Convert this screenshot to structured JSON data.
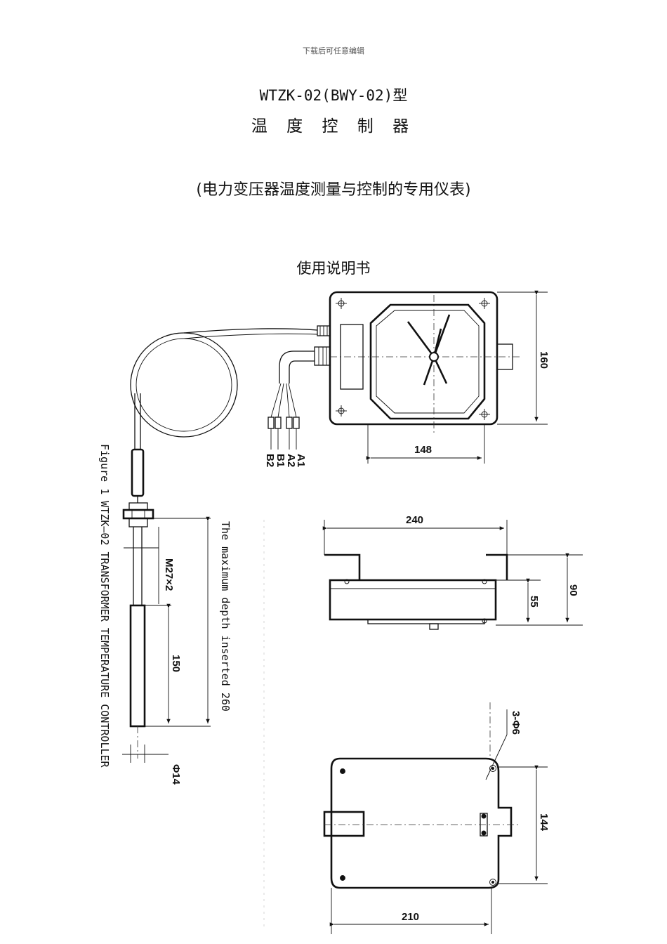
{
  "header": {
    "note": "下载后可任意编辑"
  },
  "title": {
    "model": "WTZK-02(BWY-02)型",
    "name": "温 度 控 制 器",
    "subtitle": "(电力变压器温度测量与控制的专用仪表)",
    "manual": "使用说明书"
  },
  "figure": {
    "caption": "Figure 1 WTZK—02 TRANSFORMER TEMPERATURE  CONTROLLER",
    "depth_note": "The maximum depth inserted 260",
    "dimensions": {
      "front_height": "160",
      "dial_width": "148",
      "side_width": "240",
      "side_height": "90",
      "body_height": "55",
      "thread": "M27×2",
      "probe_length": "150",
      "probe_diameter": "Φ14",
      "holes": "3-Φ6",
      "hole_spacing": "144",
      "back_width": "210"
    },
    "terminals": [
      "A1",
      "A2",
      "B1",
      "B2"
    ]
  }
}
